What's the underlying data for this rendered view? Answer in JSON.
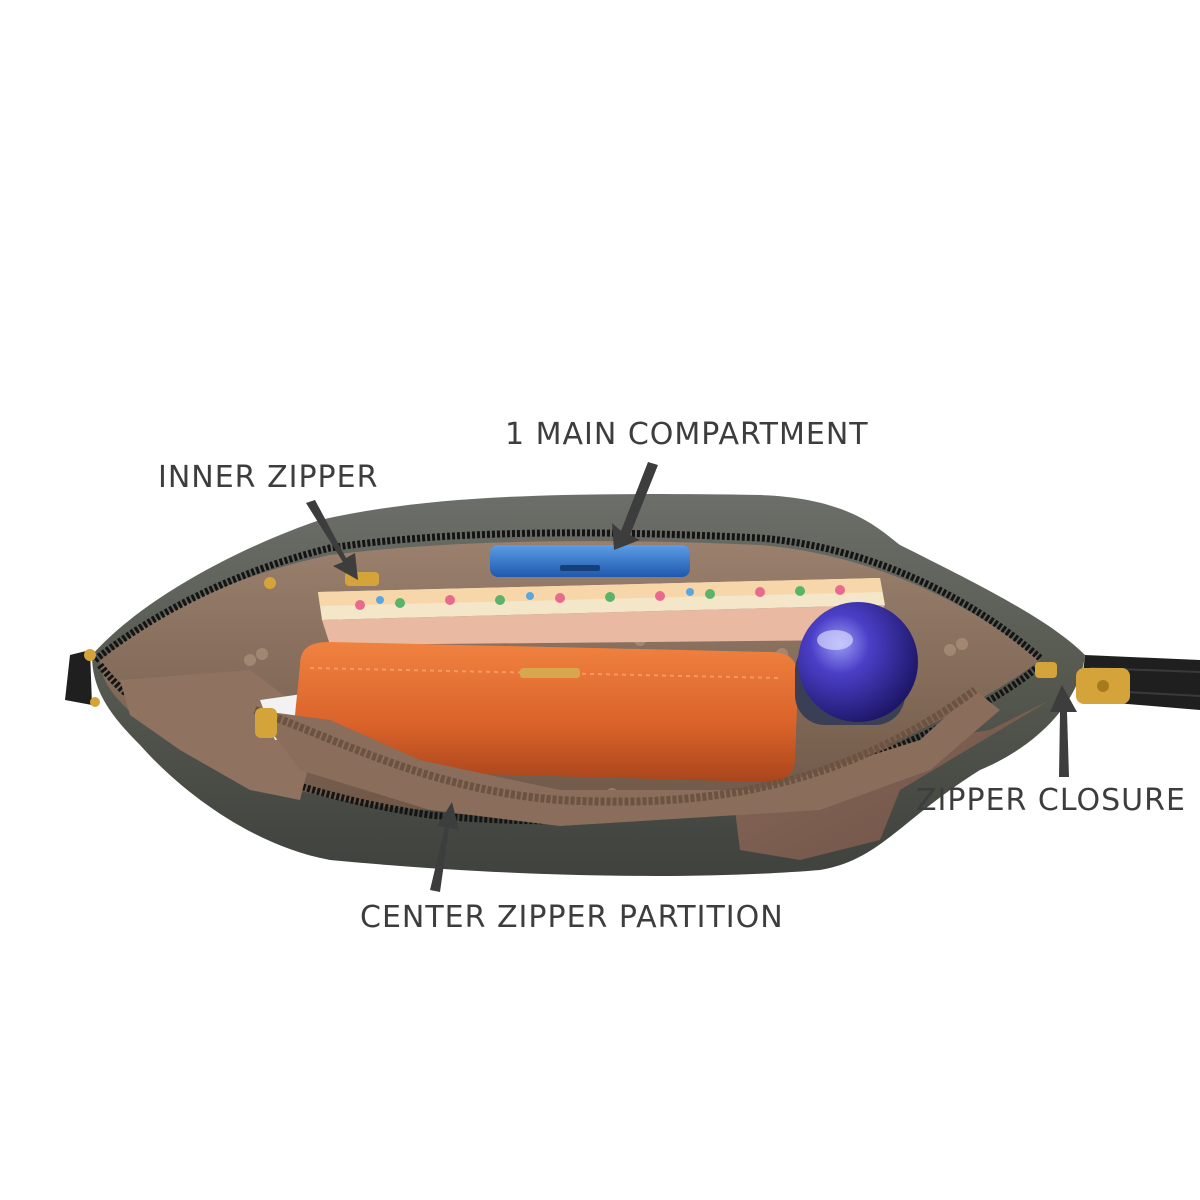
{
  "annotations": {
    "main_compartment": "1 MAIN COMPARTMENT",
    "inner_zipper": "INNER ZIPPER",
    "zipper_closure": "ZIPPER CLOSURE",
    "center_zipper_partition": "CENTER ZIPPER PARTITION"
  },
  "colors": {
    "background": "#ffffff",
    "bag_outer": "#5b5e59",
    "bag_lining": "#8a7262",
    "wallet": "#e06a2c",
    "bottle": "#3a2fa8",
    "phone": "#2b6fc9",
    "zipper_hardware": "#d4a43a",
    "label_text": "#3d3d3d",
    "arrow": "#3d3d3d"
  }
}
